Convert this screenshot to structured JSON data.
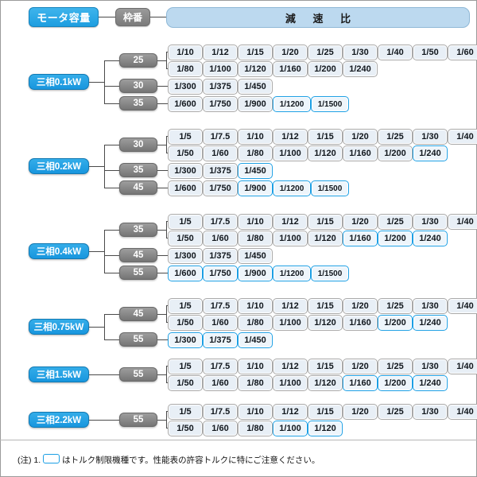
{
  "header": {
    "motor_capacity_label": "モータ容量",
    "frame_no_label": "枠番",
    "reduction_ratio_label": "減 速 比"
  },
  "colors": {
    "capacity_blue": "#1e9ee0",
    "frame_grey": "#7b7b7b",
    "ratio_bar_blue": "#bcd9ef",
    "highlight_blue": "#1c9fe4",
    "chip_fill": "#e8eff6"
  },
  "footnote": {
    "prefix": "(注) 1.",
    "suffix": "はトルク制限機種です。性能表の許容トルクに特にご注意ください。"
  },
  "groups": [
    {
      "capacity": "三相0.1kW",
      "frames": [
        {
          "frame": "25",
          "rows": [
            {
              "ratios": [
                {
                  "v": "1/10",
                  "hi": false
                },
                {
                  "v": "1/12",
                  "hi": false
                },
                {
                  "v": "1/15",
                  "hi": false
                },
                {
                  "v": "1/20",
                  "hi": false
                },
                {
                  "v": "1/25",
                  "hi": false
                },
                {
                  "v": "1/30",
                  "hi": false
                },
                {
                  "v": "1/40",
                  "hi": false
                },
                {
                  "v": "1/50",
                  "hi": false
                },
                {
                  "v": "1/60",
                  "hi": false
                }
              ]
            },
            {
              "ratios": [
                {
                  "v": "1/80",
                  "hi": false
                },
                {
                  "v": "1/100",
                  "hi": false
                },
                {
                  "v": "1/120",
                  "hi": false
                },
                {
                  "v": "1/160",
                  "hi": false
                },
                {
                  "v": "1/200",
                  "hi": false
                },
                {
                  "v": "1/240",
                  "hi": false
                }
              ]
            }
          ]
        },
        {
          "frame": "30",
          "rows": [
            {
              "ratios": [
                {
                  "v": "1/300",
                  "hi": false
                },
                {
                  "v": "1/375",
                  "hi": false
                },
                {
                  "v": "1/450",
                  "hi": false
                }
              ]
            }
          ]
        },
        {
          "frame": "35",
          "rows": [
            {
              "ratios": [
                {
                  "v": "1/600",
                  "hi": false
                },
                {
                  "v": "1/750",
                  "hi": false
                },
                {
                  "v": "1/900",
                  "hi": false
                },
                {
                  "v": "1/1200",
                  "hi": true
                },
                {
                  "v": "1/1500",
                  "hi": true
                }
              ]
            }
          ]
        }
      ]
    },
    {
      "capacity": "三相0.2kW",
      "frames": [
        {
          "frame": "30",
          "rows": [
            {
              "ratios": [
                {
                  "v": "1/5",
                  "hi": false
                },
                {
                  "v": "1/7.5",
                  "hi": false
                },
                {
                  "v": "1/10",
                  "hi": false
                },
                {
                  "v": "1/12",
                  "hi": false
                },
                {
                  "v": "1/15",
                  "hi": false
                },
                {
                  "v": "1/20",
                  "hi": false
                },
                {
                  "v": "1/25",
                  "hi": false
                },
                {
                  "v": "1/30",
                  "hi": false
                },
                {
                  "v": "1/40",
                  "hi": false
                }
              ]
            },
            {
              "ratios": [
                {
                  "v": "1/50",
                  "hi": false
                },
                {
                  "v": "1/60",
                  "hi": false
                },
                {
                  "v": "1/80",
                  "hi": false
                },
                {
                  "v": "1/100",
                  "hi": false
                },
                {
                  "v": "1/120",
                  "hi": false
                },
                {
                  "v": "1/160",
                  "hi": false
                },
                {
                  "v": "1/200",
                  "hi": false
                },
                {
                  "v": "1/240",
                  "hi": true
                }
              ]
            }
          ]
        },
        {
          "frame": "35",
          "rows": [
            {
              "ratios": [
                {
                  "v": "1/300",
                  "hi": false
                },
                {
                  "v": "1/375",
                  "hi": false
                },
                {
                  "v": "1/450",
                  "hi": true
                }
              ]
            }
          ]
        },
        {
          "frame": "45",
          "rows": [
            {
              "ratios": [
                {
                  "v": "1/600",
                  "hi": false
                },
                {
                  "v": "1/750",
                  "hi": false
                },
                {
                  "v": "1/900",
                  "hi": true
                },
                {
                  "v": "1/1200",
                  "hi": true
                },
                {
                  "v": "1/1500",
                  "hi": true
                }
              ]
            }
          ]
        }
      ]
    },
    {
      "capacity": "三相0.4kW",
      "frames": [
        {
          "frame": "35",
          "rows": [
            {
              "ratios": [
                {
                  "v": "1/5",
                  "hi": false
                },
                {
                  "v": "1/7.5",
                  "hi": false
                },
                {
                  "v": "1/10",
                  "hi": false
                },
                {
                  "v": "1/12",
                  "hi": false
                },
                {
                  "v": "1/15",
                  "hi": false
                },
                {
                  "v": "1/20",
                  "hi": false
                },
                {
                  "v": "1/25",
                  "hi": false
                },
                {
                  "v": "1/30",
                  "hi": false
                },
                {
                  "v": "1/40",
                  "hi": false
                }
              ]
            },
            {
              "ratios": [
                {
                  "v": "1/50",
                  "hi": false
                },
                {
                  "v": "1/60",
                  "hi": false
                },
                {
                  "v": "1/80",
                  "hi": false
                },
                {
                  "v": "1/100",
                  "hi": false
                },
                {
                  "v": "1/120",
                  "hi": false
                },
                {
                  "v": "1/160",
                  "hi": true
                },
                {
                  "v": "1/200",
                  "hi": true
                },
                {
                  "v": "1/240",
                  "hi": true
                }
              ]
            }
          ]
        },
        {
          "frame": "45",
          "rows": [
            {
              "ratios": [
                {
                  "v": "1/300",
                  "hi": false
                },
                {
                  "v": "1/375",
                  "hi": false
                },
                {
                  "v": "1/450",
                  "hi": false
                }
              ]
            }
          ]
        },
        {
          "frame": "55",
          "rows": [
            {
              "ratios": [
                {
                  "v": "1/600",
                  "hi": true
                },
                {
                  "v": "1/750",
                  "hi": true
                },
                {
                  "v": "1/900",
                  "hi": true
                },
                {
                  "v": "1/1200",
                  "hi": true
                },
                {
                  "v": "1/1500",
                  "hi": true
                }
              ]
            }
          ]
        }
      ]
    },
    {
      "capacity": "三相0.75kW",
      "frames": [
        {
          "frame": "45",
          "rows": [
            {
              "ratios": [
                {
                  "v": "1/5",
                  "hi": false
                },
                {
                  "v": "1/7.5",
                  "hi": false
                },
                {
                  "v": "1/10",
                  "hi": false
                },
                {
                  "v": "1/12",
                  "hi": false
                },
                {
                  "v": "1/15",
                  "hi": false
                },
                {
                  "v": "1/20",
                  "hi": false
                },
                {
                  "v": "1/25",
                  "hi": false
                },
                {
                  "v": "1/30",
                  "hi": false
                },
                {
                  "v": "1/40",
                  "hi": false
                }
              ]
            },
            {
              "ratios": [
                {
                  "v": "1/50",
                  "hi": false
                },
                {
                  "v": "1/60",
                  "hi": false
                },
                {
                  "v": "1/80",
                  "hi": false
                },
                {
                  "v": "1/100",
                  "hi": false
                },
                {
                  "v": "1/120",
                  "hi": false
                },
                {
                  "v": "1/160",
                  "hi": false
                },
                {
                  "v": "1/200",
                  "hi": true
                },
                {
                  "v": "1/240",
                  "hi": true
                }
              ]
            }
          ]
        },
        {
          "frame": "55",
          "rows": [
            {
              "ratios": [
                {
                  "v": "1/300",
                  "hi": true
                },
                {
                  "v": "1/375",
                  "hi": true
                },
                {
                  "v": "1/450",
                  "hi": true
                }
              ]
            }
          ]
        }
      ]
    },
    {
      "capacity": "三相1.5kW",
      "frames": [
        {
          "frame": "55",
          "rows": [
            {
              "ratios": [
                {
                  "v": "1/5",
                  "hi": false
                },
                {
                  "v": "1/7.5",
                  "hi": false
                },
                {
                  "v": "1/10",
                  "hi": false
                },
                {
                  "v": "1/12",
                  "hi": false
                },
                {
                  "v": "1/15",
                  "hi": false
                },
                {
                  "v": "1/20",
                  "hi": false
                },
                {
                  "v": "1/25",
                  "hi": false
                },
                {
                  "v": "1/30",
                  "hi": false
                },
                {
                  "v": "1/40",
                  "hi": false
                }
              ]
            },
            {
              "ratios": [
                {
                  "v": "1/50",
                  "hi": false
                },
                {
                  "v": "1/60",
                  "hi": false
                },
                {
                  "v": "1/80",
                  "hi": false
                },
                {
                  "v": "1/100",
                  "hi": false
                },
                {
                  "v": "1/120",
                  "hi": false
                },
                {
                  "v": "1/160",
                  "hi": true
                },
                {
                  "v": "1/200",
                  "hi": true
                },
                {
                  "v": "1/240",
                  "hi": true
                }
              ]
            }
          ]
        }
      ]
    },
    {
      "capacity": "三相2.2kW",
      "frames": [
        {
          "frame": "55",
          "rows": [
            {
              "ratios": [
                {
                  "v": "1/5",
                  "hi": false
                },
                {
                  "v": "1/7.5",
                  "hi": false
                },
                {
                  "v": "1/10",
                  "hi": false
                },
                {
                  "v": "1/12",
                  "hi": false
                },
                {
                  "v": "1/15",
                  "hi": false
                },
                {
                  "v": "1/20",
                  "hi": false
                },
                {
                  "v": "1/25",
                  "hi": false
                },
                {
                  "v": "1/30",
                  "hi": false
                },
                {
                  "v": "1/40",
                  "hi": false
                }
              ]
            },
            {
              "ratios": [
                {
                  "v": "1/50",
                  "hi": false
                },
                {
                  "v": "1/60",
                  "hi": false
                },
                {
                  "v": "1/80",
                  "hi": false
                },
                {
                  "v": "1/100",
                  "hi": true
                },
                {
                  "v": "1/120",
                  "hi": true
                }
              ]
            }
          ]
        }
      ]
    }
  ]
}
